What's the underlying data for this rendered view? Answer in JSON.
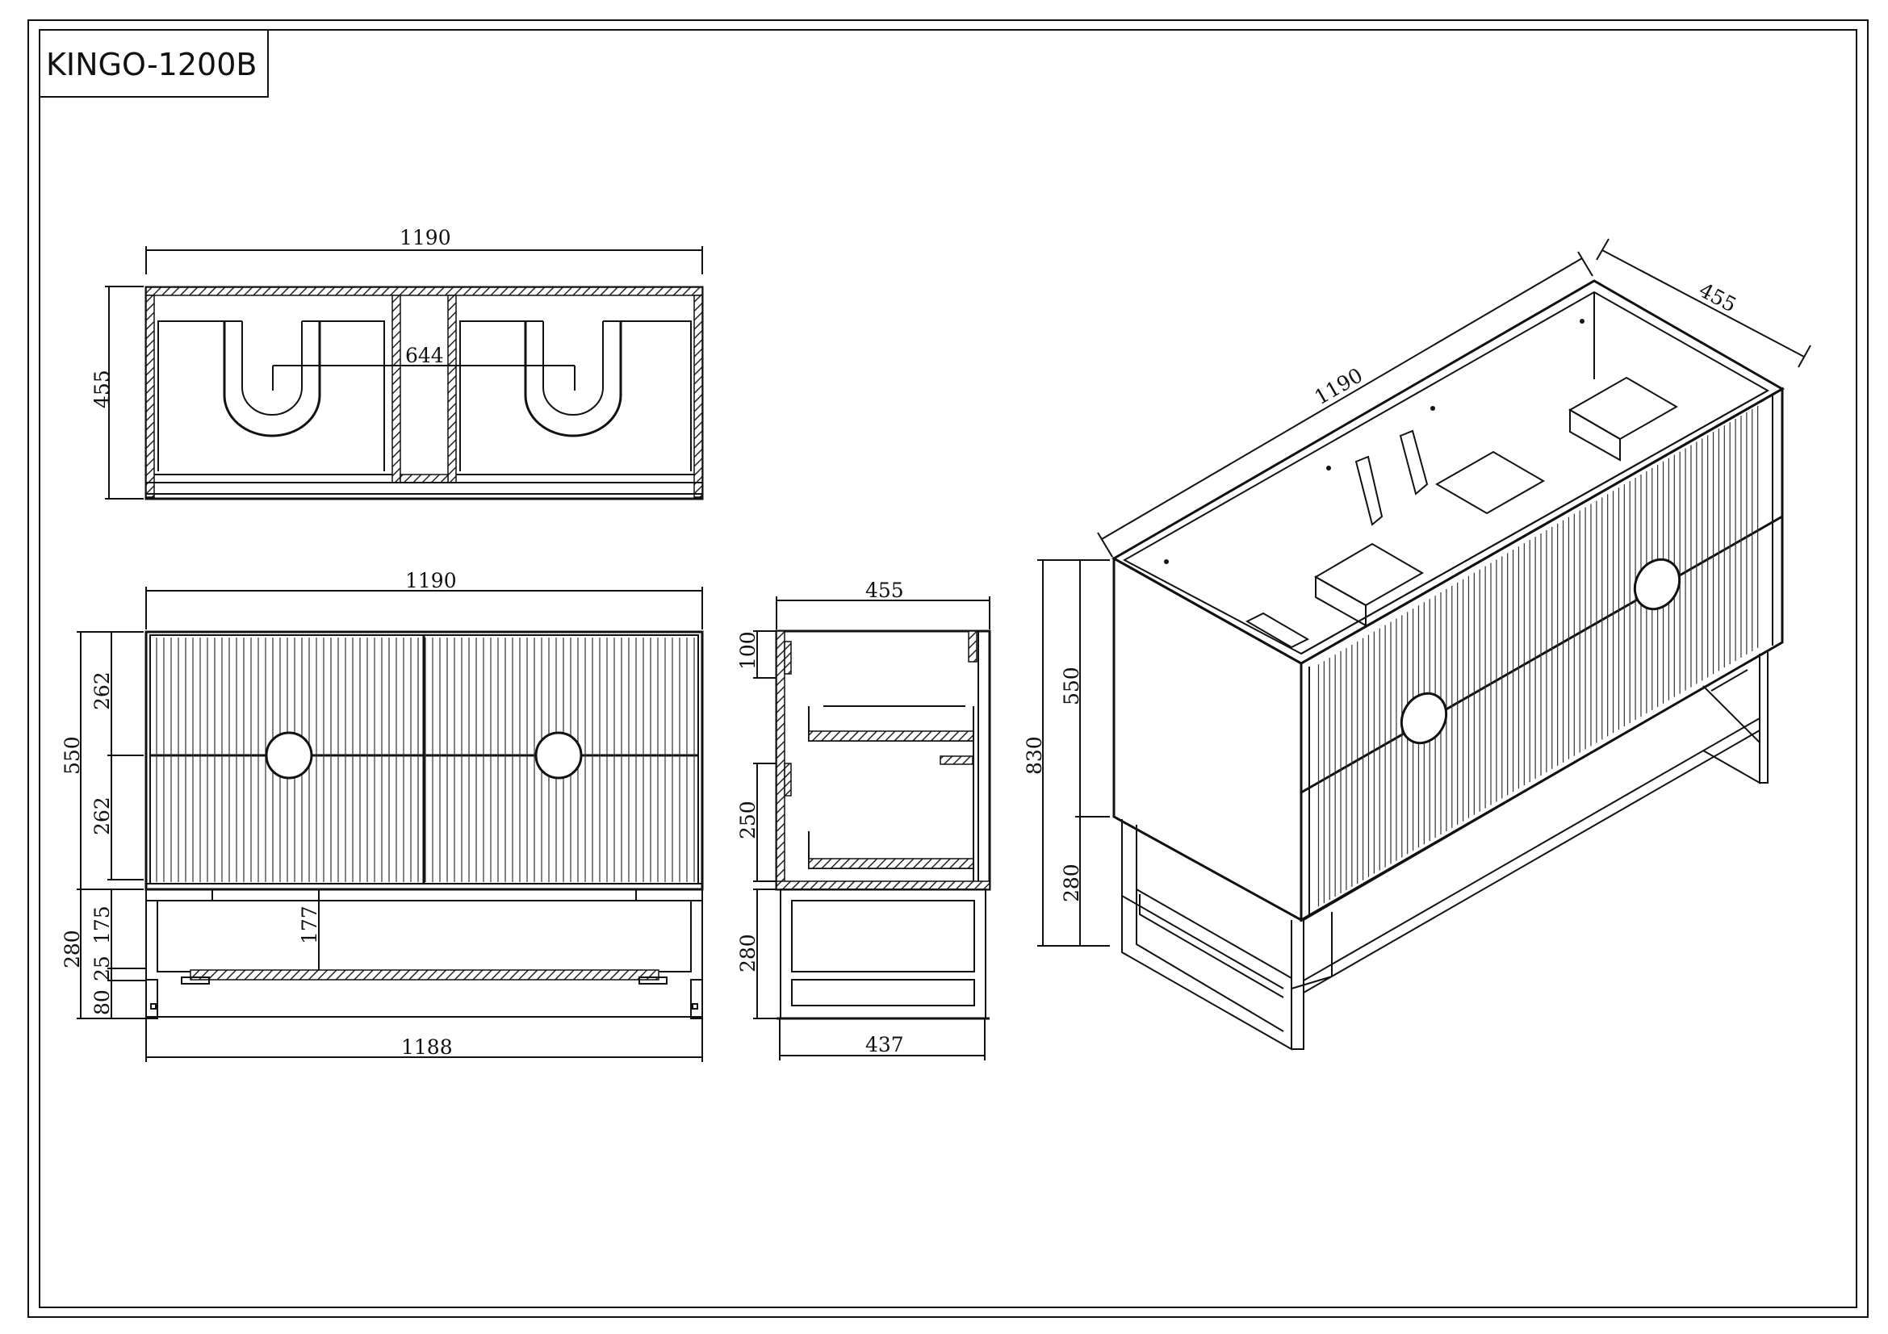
{
  "title_block": {
    "model": "KINGO-1200B"
  },
  "top_view": {
    "width": "1190",
    "depth": "455",
    "drain_spacing": "644"
  },
  "front_view": {
    "width": "1190",
    "cabinet_height": "550",
    "drawer_upper": "262",
    "drawer_lower": "262",
    "frame_height": "280",
    "frame_upper": "175",
    "shelf_thickness": "25",
    "leg_clearance": "80",
    "shelf_gap": "177",
    "base_width": "1188"
  },
  "side_view": {
    "depth": "455",
    "top_drawer_gap": "100",
    "lower_drawer": "250",
    "frame_height": "280",
    "base_depth": "437"
  },
  "iso_view": {
    "length": "1190",
    "depth": "455",
    "total_height": "830",
    "cabinet_height": "550",
    "frame_height": "280"
  },
  "icons": [
    "round-pull-handle-icon"
  ]
}
